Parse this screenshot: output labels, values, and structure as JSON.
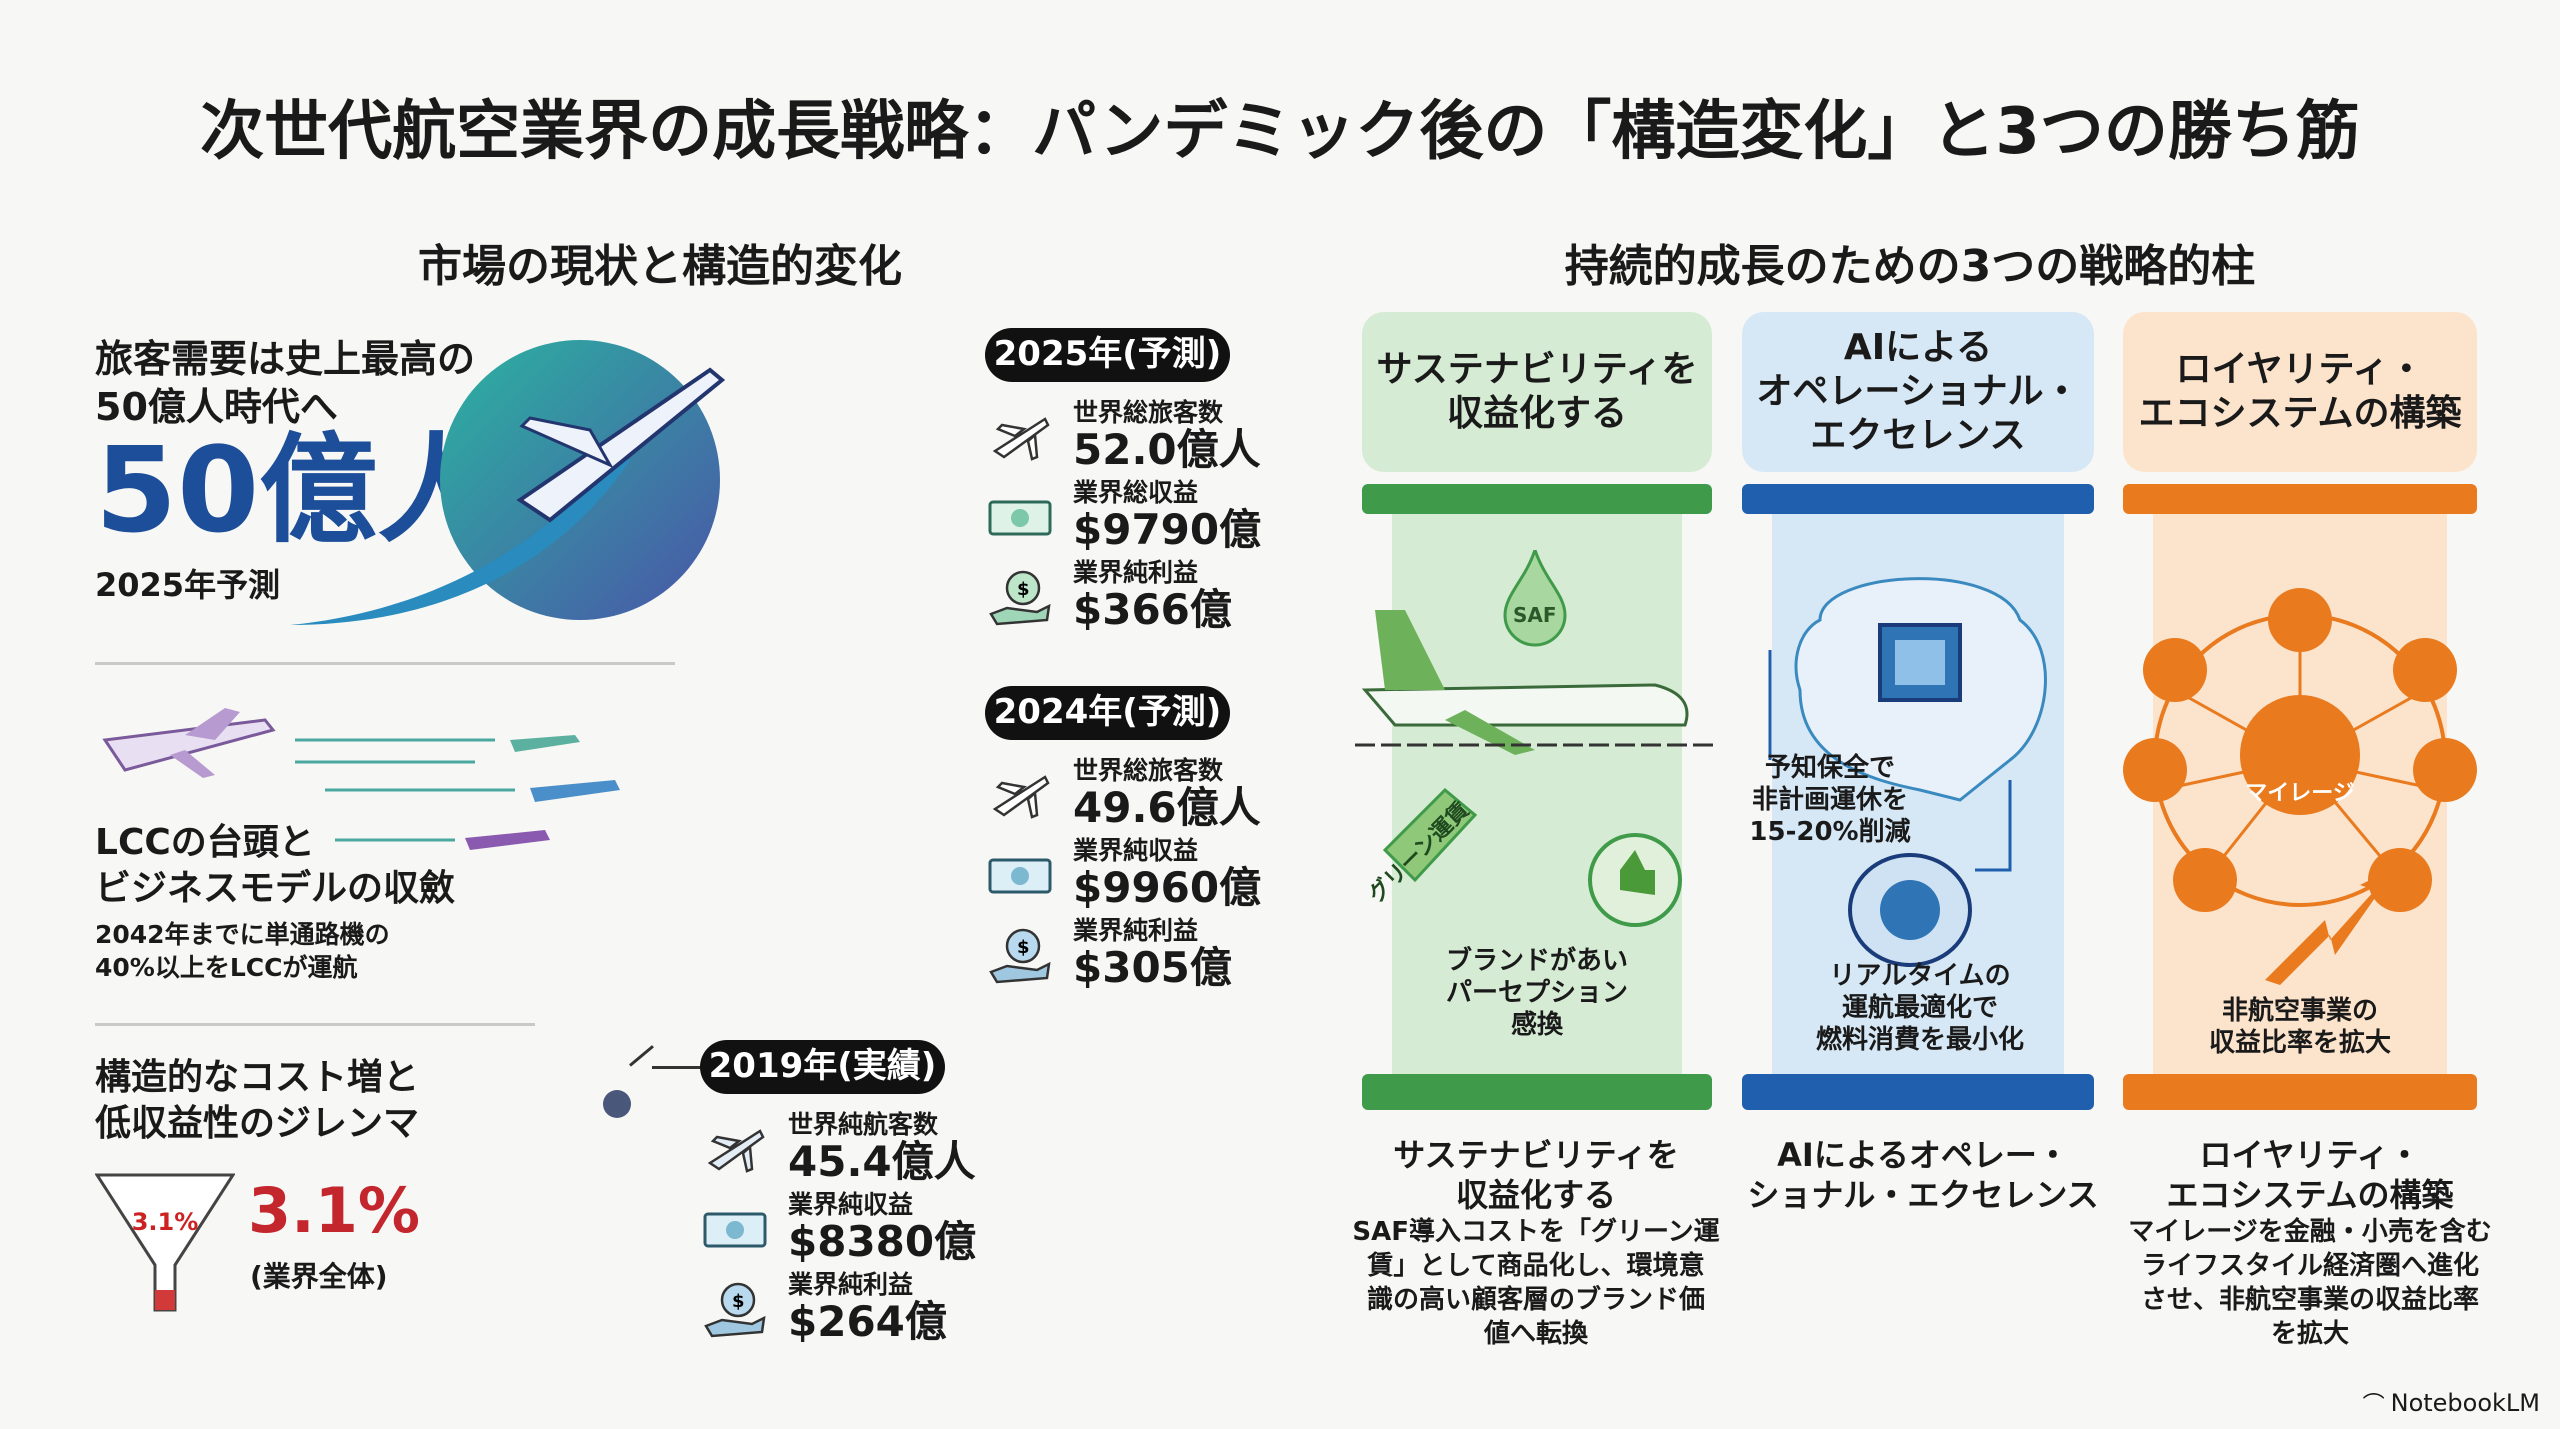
{
  "title": "次世代航空業界の成長戦略：パンデミック後の「構造変化」と3つの勝ち筋",
  "left": {
    "heading": "市場の現状と構造的変化",
    "demand": {
      "line1": "旅客需要は史上最高の",
      "line2": "50億人時代へ",
      "big": "50億人",
      "note": "2025年予測"
    },
    "lcc": {
      "line1": "LCCの台頭と",
      "line2": "ビジネスモデルの収斂",
      "note1": "2042年までに単通路機の",
      "note2": "40%以上をLCCが運航"
    },
    "cost": {
      "line1": "構造的なコスト増と",
      "line2": "低収益性のジレンマ",
      "funnel_label": "3.1%",
      "value": "3.1%",
      "note": "(業界全体)"
    }
  },
  "stats": [
    {
      "year": "2025年(予測)",
      "items": [
        {
          "label": "世界総旅客数",
          "value": "52.0億人"
        },
        {
          "label": "業界総収益",
          "value": "$9790億"
        },
        {
          "label": "業界純利益",
          "value": "$366億"
        }
      ]
    },
    {
      "year": "2024年(予測)",
      "items": [
        {
          "label": "世界総旅客数",
          "value": "49.6億人"
        },
        {
          "label": "業界純収益",
          "value": "$9960億"
        },
        {
          "label": "業界純利益",
          "value": "$305億"
        }
      ]
    },
    {
      "year": "2019年(実績)",
      "items": [
        {
          "label": "世界純航客数",
          "value": "45.4億人"
        },
        {
          "label": "業界純収益",
          "value": "$8380億"
        },
        {
          "label": "業界純利益",
          "value": "$264億"
        }
      ]
    }
  ],
  "right": {
    "heading": "持続的成長のための3つの戦略的柱",
    "pillars": [
      {
        "cap1": "サステナビリティを",
        "cap2": "収益化する",
        "saf": "SAF",
        "tag": "グリーン運賃",
        "mid1": "ブランドがあい",
        "mid2": "パーセプション",
        "mid3": "感換",
        "title1": "サステナビリティを",
        "title2": "収益化する",
        "desc": [
          "SAF導入コストを「グリーン運",
          "賃」として商品化し、環境意",
          "識の高い顧客層のブランド価",
          "値へ転換"
        ],
        "color": "#3f9a4a",
        "light": "#d5ebd3"
      },
      {
        "cap1": "AIによる",
        "cap2": "オペレーショナル・",
        "cap3": "エクセレンス",
        "mid1": "予知保全で",
        "mid2": "非計画運休を",
        "mid3": "15-20%削減",
        "mid4": "リアルタイムの",
        "mid5": "運航最適化で",
        "mid6": "燃料消費を最小化",
        "title1": "AIによるオペレー・",
        "title2": "ショナル・エクセレンス",
        "color": "#1f5fae",
        "light": "#d6e8f5"
      },
      {
        "cap1": "ロイヤリティ・",
        "cap2": "エコシステムの構築",
        "hub": "マイレージ",
        "mid1": "非航空事業の",
        "mid2": "収益比率を拡大",
        "title1": "ロイヤリティ・",
        "title2": "エコシステムの構築",
        "desc": [
          "マイレージを金融・小売を含む",
          "ライフスタイル経済圏へ進化",
          "させ、非航空事業の収益比率",
          "を拡大"
        ],
        "color": "#ea7a1e",
        "light": "#fbe3cc"
      }
    ]
  },
  "brand": "NotebookLM"
}
